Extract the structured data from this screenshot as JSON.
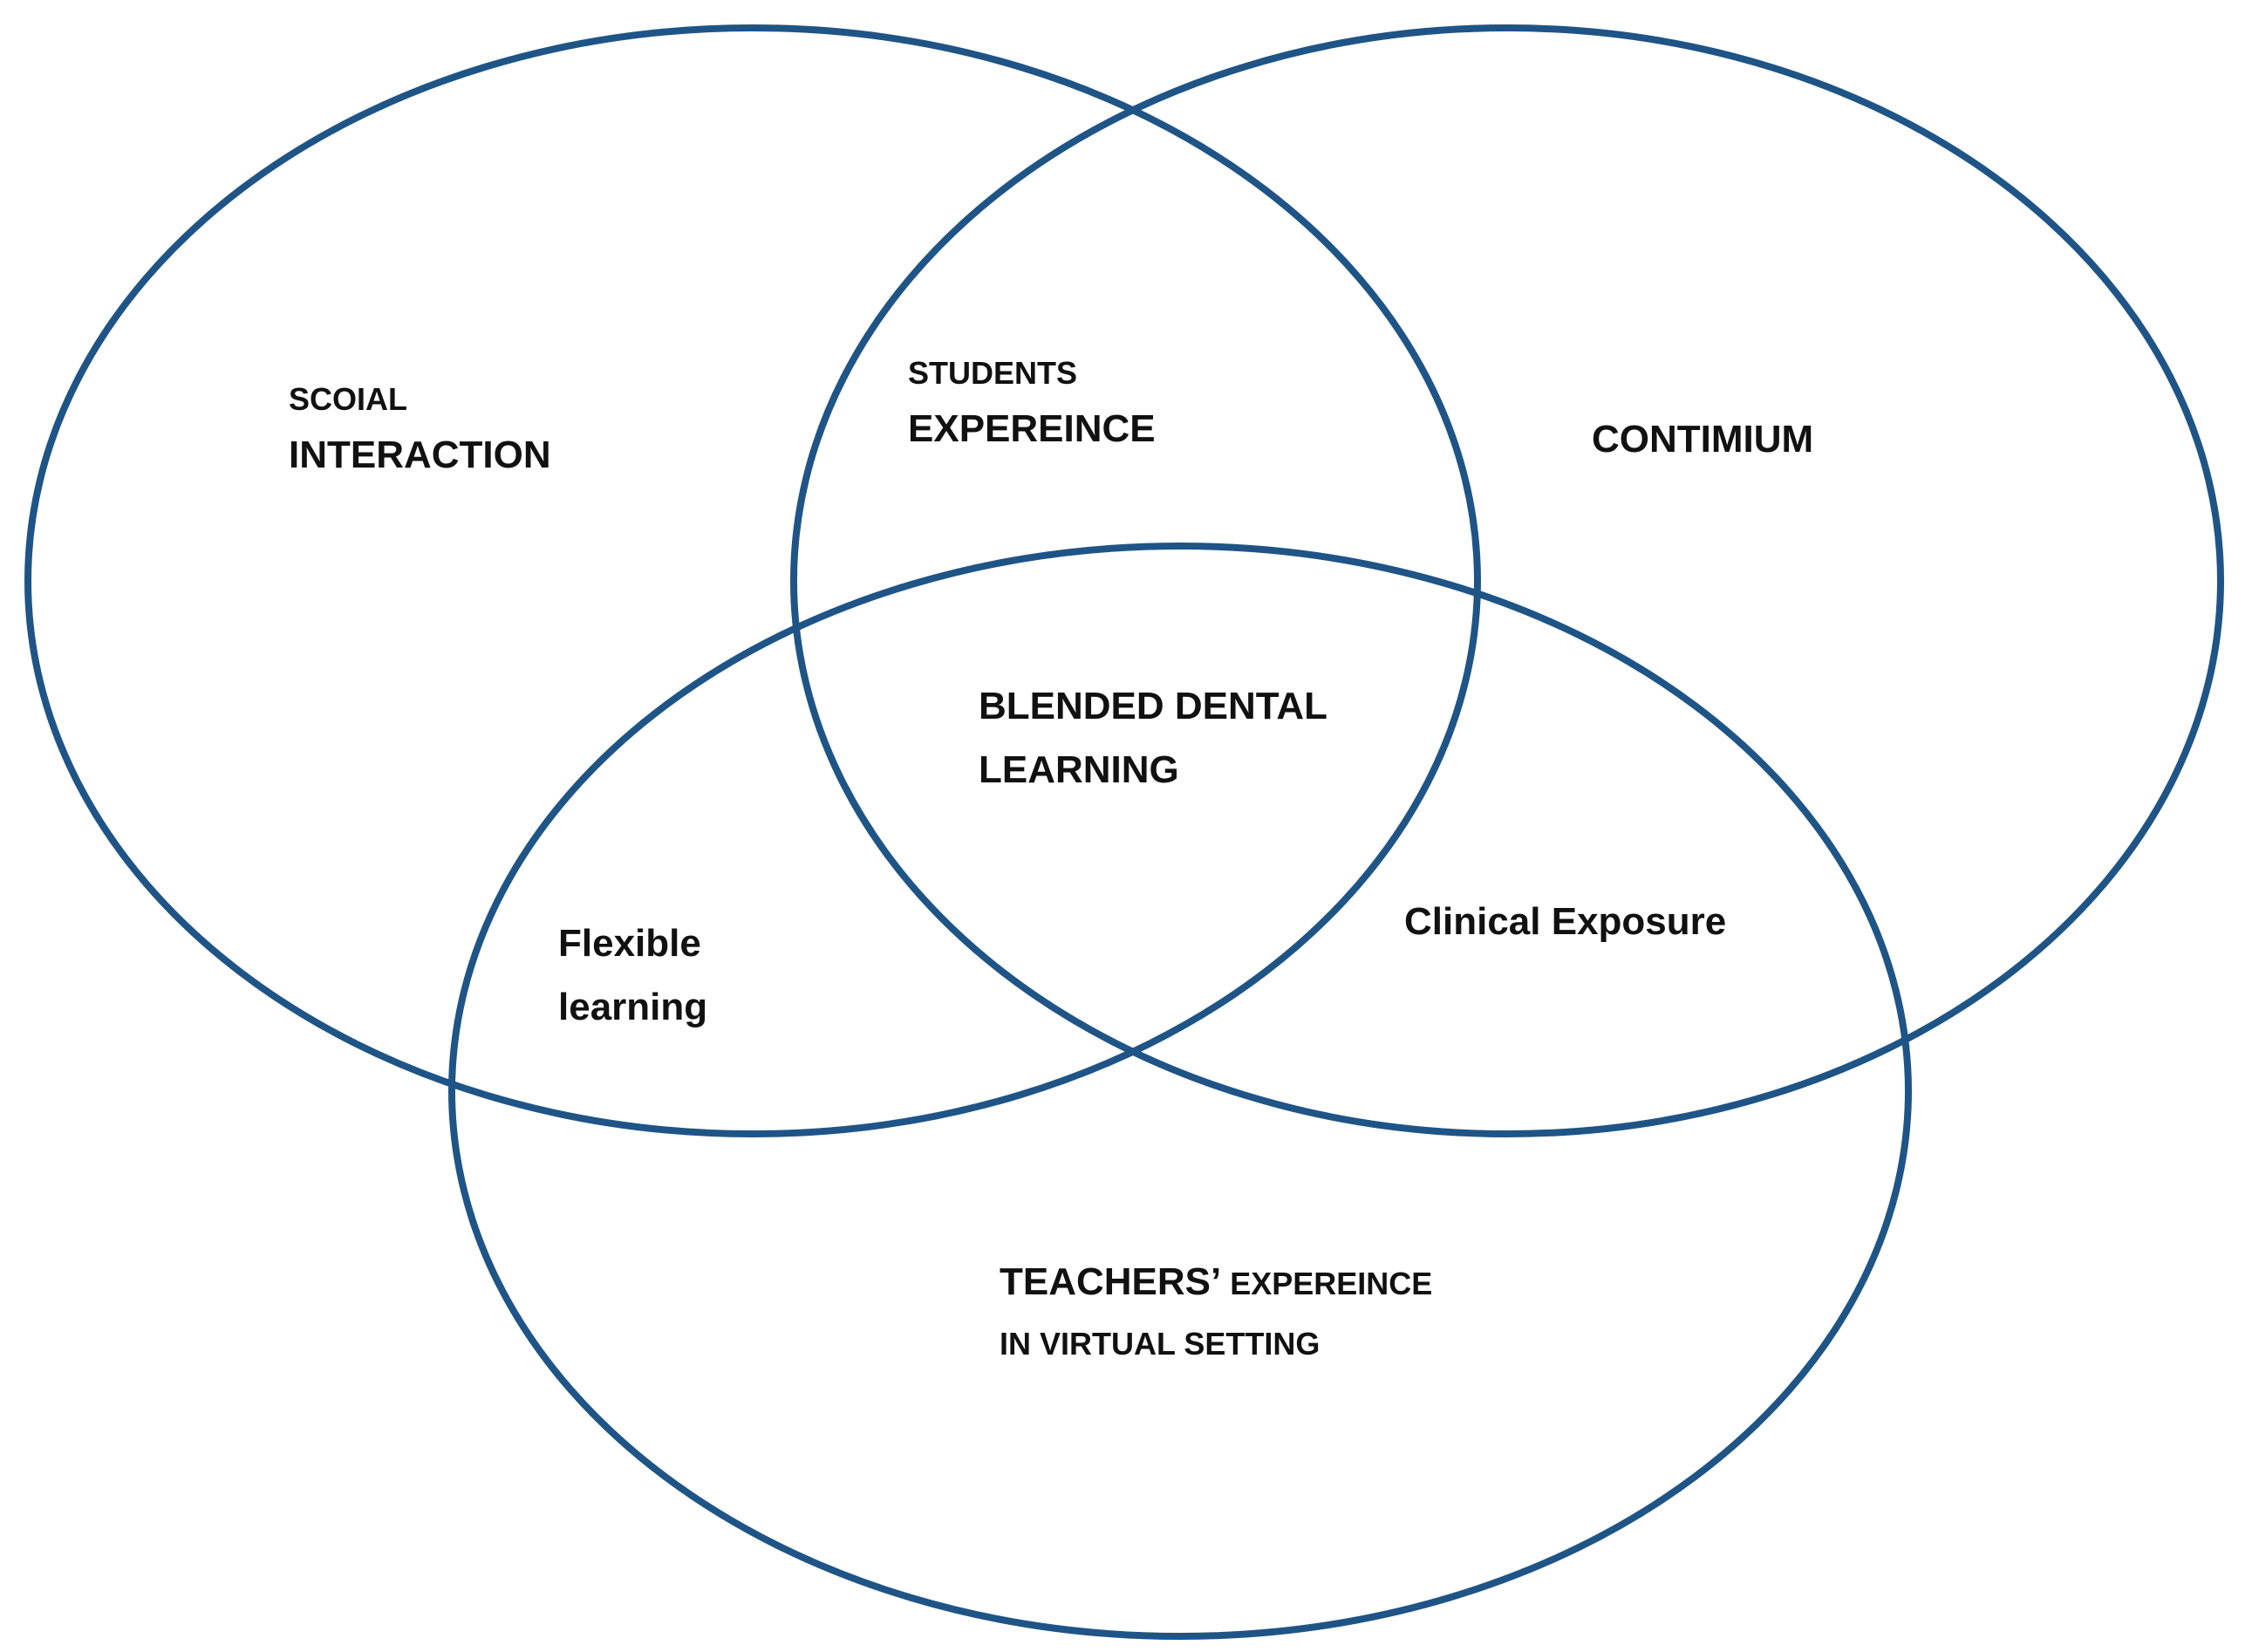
{
  "colors": {
    "ring_stroke": "#1f5486",
    "text": "#111111",
    "background": "#ffffff"
  },
  "regions": {
    "social": {
      "line1": "SCOIAL",
      "line2": "INTERACTION"
    },
    "students": {
      "line1": "STUDENTS",
      "line2": "EXPEREINCE"
    },
    "continuum": {
      "line1": "CONTIMIUM"
    },
    "center": {
      "line1": "BLENDED DENTAL",
      "line2": "LEARNING"
    },
    "flexible": {
      "line1": "Flexible",
      "line2": "learning"
    },
    "clinical": {
      "line1": "Clinical Exposure"
    },
    "teachers": {
      "line1_a": "TEACHERS’",
      "line1_b": " EXPEREINCE",
      "line2": "IN VIRTUAL SETTING"
    }
  }
}
